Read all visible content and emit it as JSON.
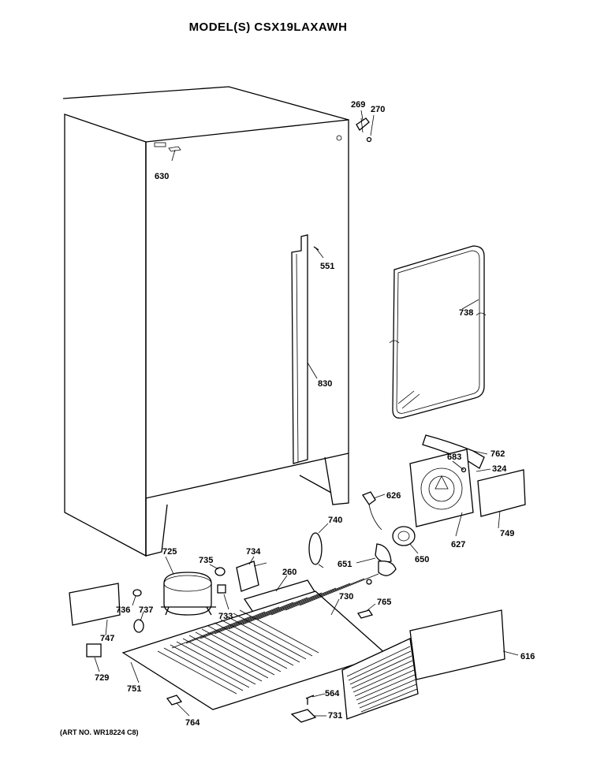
{
  "header": {
    "title": "MODEL(S) CSX19LAXAWH"
  },
  "footer": {
    "art_no": "(ART NO. WR18224 C8)"
  },
  "parts": {
    "p269": "269",
    "p270": "270",
    "p630": "630",
    "p551": "551",
    "p738": "738",
    "p830": "830",
    "p762": "762",
    "p683": "683",
    "p324": "324",
    "p626": "626",
    "p740": "740",
    "p627": "627",
    "p749": "749",
    "p650": "650",
    "p651": "651",
    "p725": "725",
    "p735": "735",
    "p734": "734",
    "p260": "260",
    "p730": "730",
    "p736": "736",
    "p737": "737",
    "p733": "733",
    "p765": "765",
    "p747": "747",
    "p616": "616",
    "p729": "729",
    "p751": "751",
    "p564": "564",
    "p731": "731",
    "p764": "764"
  }
}
